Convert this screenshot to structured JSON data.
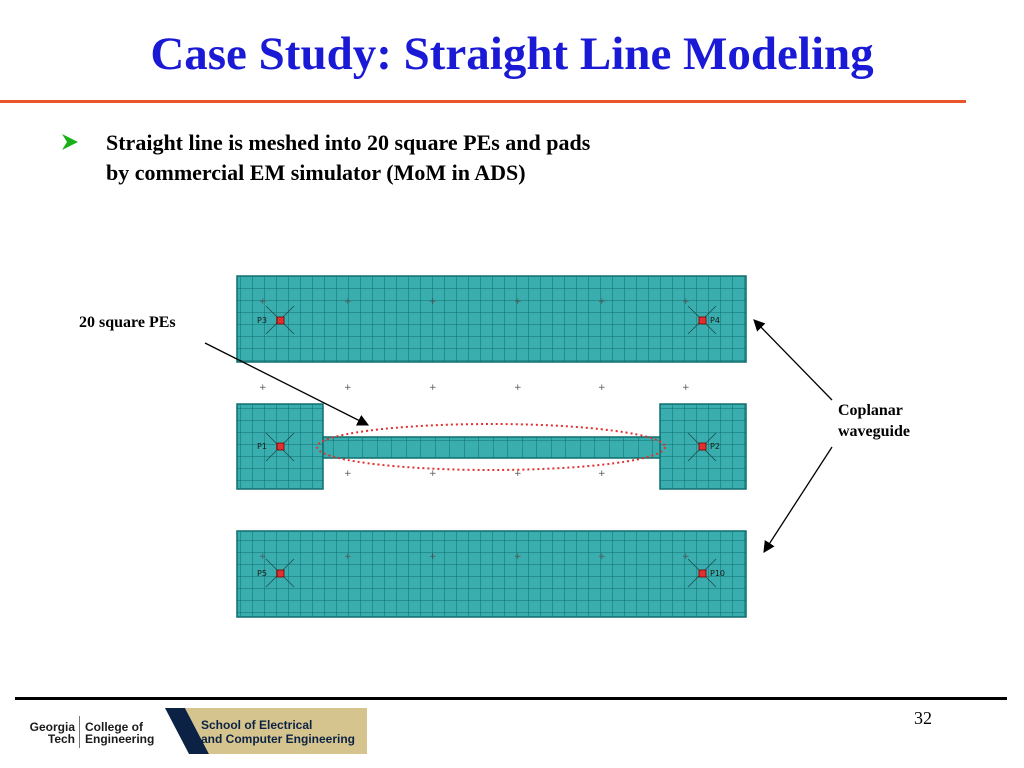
{
  "slide": {
    "title": "Case Study: Straight Line Modeling",
    "bullet": {
      "line1": "Straight line is meshed into 20 square PEs and pads",
      "line2": "by commercial EM simulator (MoM in ADS)"
    },
    "page_number": "32"
  },
  "diagram": {
    "label_pes": "20 square PEs",
    "label_cpw_line1": "Coplanar",
    "label_cpw_line2": "waveguide",
    "ports": {
      "top_left": "P3",
      "top_right": "P4",
      "mid_left": "P1",
      "mid_right": "P2",
      "bottom_left": "P5",
      "bottom_right": "P10"
    },
    "colors": {
      "mesh_fill": "#3aaeae",
      "mesh_line": "#0e6e6e",
      "port_marker": "#e03030",
      "ellipse": "#e03030",
      "title": "#1a1ad6",
      "title_rule": "#e8562a",
      "bullet_arrow": "#17b117"
    }
  },
  "footer": {
    "logo_gt_line1": "Georgia",
    "logo_gt_line2": "Tech",
    "logo_coe_line1": "College of",
    "logo_coe_line2": "Engineering",
    "logo_school_line1": "School of Electrical",
    "logo_school_line2": "and Computer Engineering"
  }
}
